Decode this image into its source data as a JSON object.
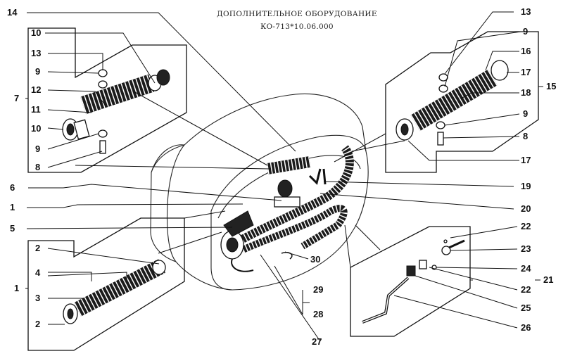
{
  "title": {
    "line1": "ДОПОЛНИТЕЛЬНОЕ ОБОРУДОВАНИЕ",
    "line2": "КО-713*10.06.000"
  },
  "callouts": {
    "c14": "14",
    "c10a": "10",
    "c13a": "13",
    "c9a": "9",
    "c7": "7",
    "c12": "12",
    "c11": "11",
    "c10b": "10",
    "c9b": "9",
    "c8a": "8",
    "c6": "6",
    "c1a": "1",
    "c5": "5",
    "c2a": "2",
    "c4": "4",
    "c1b": "1",
    "c3": "3",
    "c2b": "2",
    "c13b": "13",
    "c9c": "9",
    "c16": "16",
    "c17a": "17",
    "c15": "15",
    "c18": "18",
    "c9d": "9",
    "c8b": "8",
    "c17b": "17",
    "c19": "19",
    "c20": "20",
    "c22a": "22",
    "c23": "23",
    "c24": "24",
    "c22b": "22",
    "c21": "21",
    "c25": "25",
    "c26": "26",
    "c30": "30",
    "c29": "29",
    "c28": "28",
    "c27": "27"
  }
}
